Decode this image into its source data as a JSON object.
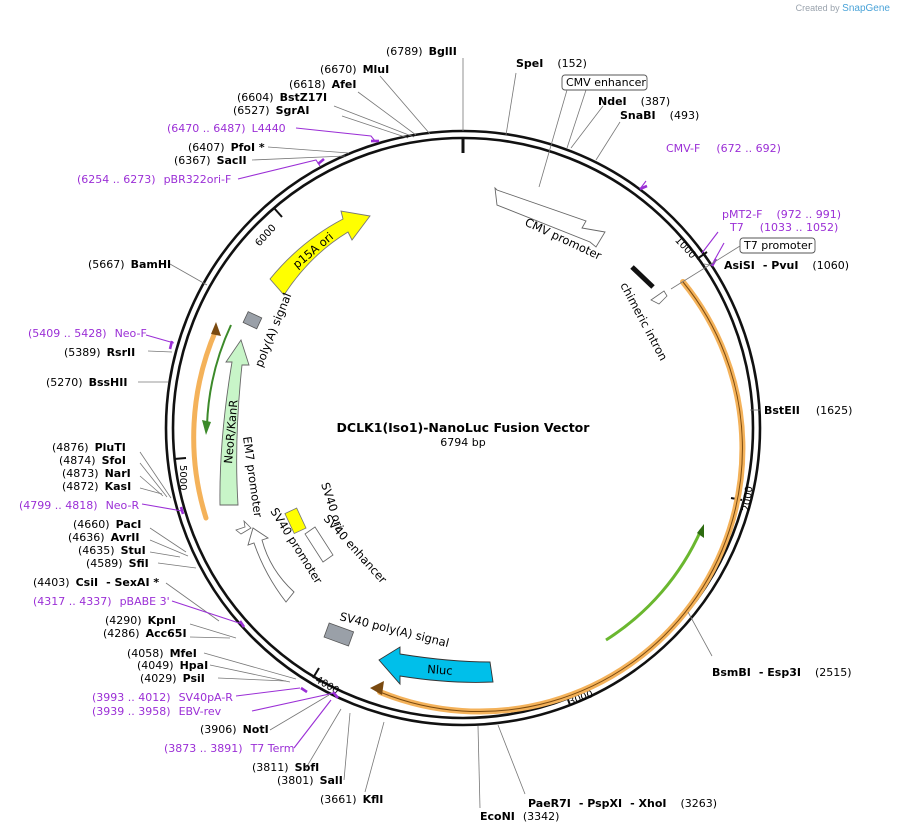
{
  "credit": {
    "prefix": "Created by",
    "brand": "SnapGene"
  },
  "title": "DCLK1(Iso1)-NanoLuc Fusion Vector",
  "subtitle": "6794 bp",
  "ticks": [
    "1000",
    "2000",
    "3000",
    "4000",
    "5000",
    "6000"
  ],
  "sites": {
    "bglII": {
      "pos": "(6789)",
      "name": "BglII"
    },
    "speI": {
      "name": "SpeI",
      "pos": "(152)"
    },
    "mluI": {
      "pos": "(6670)",
      "name": "MluI"
    },
    "afeI": {
      "pos": "(6618)",
      "name": "AfeI"
    },
    "bstZ17I": {
      "pos": "(6604)",
      "name": "BstZ17I"
    },
    "sgrAI": {
      "pos": "(6527)",
      "name": "SgrAI"
    },
    "ndeI": {
      "name": "NdeI",
      "pos": "(387)"
    },
    "snaBI": {
      "name": "SnaBI",
      "pos": "(493)"
    },
    "pfoI": {
      "pos": "(6407)",
      "name": "PfoI *"
    },
    "sacII": {
      "pos": "(6367)",
      "name": "SacII"
    },
    "bamHI": {
      "pos": "(5667)",
      "name": "BamHI"
    },
    "asiSI": {
      "name": "AsiSI",
      "sep": "- PvuI",
      "pos": "(1060)"
    },
    "rsrII": {
      "pos": "(5389)",
      "name": "RsrII"
    },
    "bssHII": {
      "pos": "(5270)",
      "name": "BssHII"
    },
    "bstEII": {
      "name": "BstEII",
      "pos": "(1625)"
    },
    "pluTI": {
      "pos": "(4876)",
      "name": "PluTI"
    },
    "sfoI": {
      "pos": "(4874)",
      "name": "SfoI"
    },
    "narI": {
      "pos": "(4873)",
      "name": "NarI"
    },
    "kasI": {
      "pos": "(4872)",
      "name": "KasI"
    },
    "pacI": {
      "pos": "(4660)",
      "name": "PacI"
    },
    "avrII": {
      "pos": "(4636)",
      "name": "AvrII"
    },
    "stuI": {
      "pos": "(4635)",
      "name": "StuI"
    },
    "sfiI": {
      "pos": "(4589)",
      "name": "SfiI"
    },
    "csiI": {
      "pos": "(4403)",
      "name": "CsiI",
      "sep": "- SexAI *"
    },
    "kpnI": {
      "pos": "(4290)",
      "name": "KpnI"
    },
    "acc65I": {
      "pos": "(4286)",
      "name": "Acc65I"
    },
    "mfeI": {
      "pos": "(4058)",
      "name": "MfeI"
    },
    "hpaI": {
      "pos": "(4049)",
      "name": "HpaI"
    },
    "psiI": {
      "pos": "(4029)",
      "name": "PsiI"
    },
    "bsmBI": {
      "name": "BsmBI",
      "sep": "- Esp3I",
      "pos": "(2515)"
    },
    "notI": {
      "pos": "(3906)",
      "name": "NotI"
    },
    "sbfI": {
      "pos": "(3811)",
      "name": "SbfI"
    },
    "salI": {
      "pos": "(3801)",
      "name": "SalI"
    },
    "kflI": {
      "pos": "(3661)",
      "name": "KflI"
    },
    "ecoNI": {
      "name": "EcoNI",
      "pos": "(3342)"
    },
    "paeR7I": {
      "name": "PaeR7I",
      "sep": "- PspXI",
      "sep2": "- XhoI",
      "pos": "(3263)"
    }
  },
  "primers": {
    "l4440": {
      "range": "(6470 .. 6487)",
      "name": "L4440"
    },
    "pbr322": {
      "range": "(6254 .. 6273)",
      "name": "pBR322ori-F"
    },
    "cmvF": {
      "name": "CMV-F",
      "range": "(672 .. 692)"
    },
    "pmt2F": {
      "name": "pMT2-F",
      "range": "(972 .. 991)"
    },
    "t7": {
      "name": "T7",
      "range": "(1033 .. 1052)"
    },
    "neoF": {
      "range": "(5409 .. 5428)",
      "name": "Neo-F"
    },
    "neoR": {
      "range": "(4799 .. 4818)",
      "name": "Neo-R"
    },
    "pbabe3": {
      "range": "(4317 .. 4337)",
      "name": "pBABE 3'"
    },
    "sv40paR": {
      "range": "(3993 .. 4012)",
      "name": "SV40pA-R"
    },
    "ebvRev": {
      "range": "(3939 .. 3958)",
      "name": "EBV-rev"
    },
    "t7term": {
      "range": "(3873 .. 3891)",
      "name": "T7 Term"
    }
  },
  "boxed": {
    "cmvEnhancer": "CMV enhancer",
    "t7Promoter": "T7 promoter"
  },
  "features": {
    "cmvPromoter": "CMV promoter",
    "chimericIntron": "chimeric intron",
    "p15a": "p15A ori",
    "polyA": "poly(A) signal",
    "neoKan": "NeoR/KanR",
    "em7": "EM7 promoter",
    "sv40Promoter": "SV40 promoter",
    "sv40Ori": "SV40 ori",
    "sv40Enhancer": "SV40 enhancer",
    "sv40PolyA": "SV40 poly(A) signal",
    "nluc": "Nluc"
  },
  "colors": {
    "backbone": "#111111",
    "primer": "#9b2fd6",
    "p15a": "#ffff00",
    "neo": "#c8f5c8",
    "nluc": "#00bfea",
    "orf": "#f4b25a",
    "orfInner": "#7ac143",
    "terminator": "#9aa0a8"
  }
}
